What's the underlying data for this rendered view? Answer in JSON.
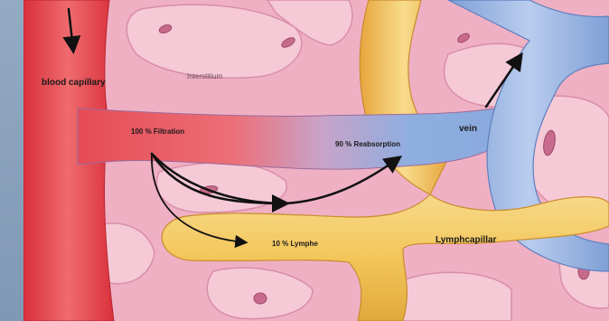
{
  "labels": {
    "blood_capillary": "blood capillary",
    "interstitium": "Interstitium",
    "filtration": "100 % Filtration",
    "reabsorption": "90 % Reabsorption",
    "vein": "vein",
    "lymph": "10 % Lymphe",
    "lymphcapillar": "Lymphcapillar"
  },
  "colors": {
    "tissue": "#f2b6c8",
    "cell": "#f6cdd8",
    "nucleus": "#c96e8e",
    "blood": "#e4454f",
    "vein": "#8eaee0",
    "lymph": "#f3c65a",
    "arrow": "#111111"
  }
}
